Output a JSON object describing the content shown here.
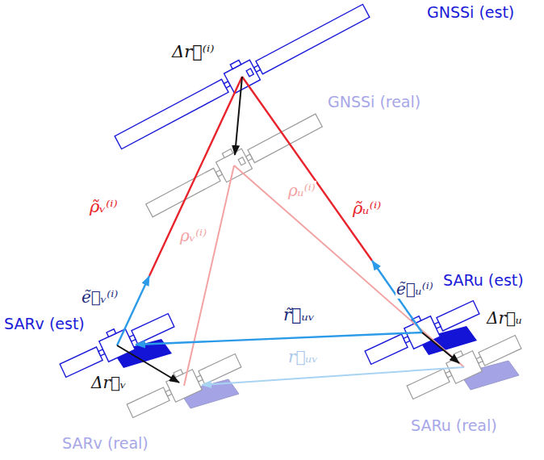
{
  "diagram": {
    "labels": [
      "GNSSi (est)",
      "Δr⃗⁽ⁱ⁾",
      "GNSSi (real)",
      "ρ̃ᵥ⁽ⁱ⁾",
      "ρᵥ⁽ⁱ⁾",
      "ρᵤ⁽ⁱ⁾",
      "ρ̃ᵤ⁽ⁱ⁾",
      "SARu (est)",
      "ẽ⃗ᵤ⁽ⁱ⁾",
      "ẽ⃗ᵥ⁽ⁱ⁾",
      "SARv (est)",
      "r̃⃗ᵤᵥ",
      "Δr⃗ᵤ",
      "r⃗ᵤᵥ",
      "Δr⃗ᵥ",
      "SARv (real)",
      "SARu (real)"
    ]
  }
}
